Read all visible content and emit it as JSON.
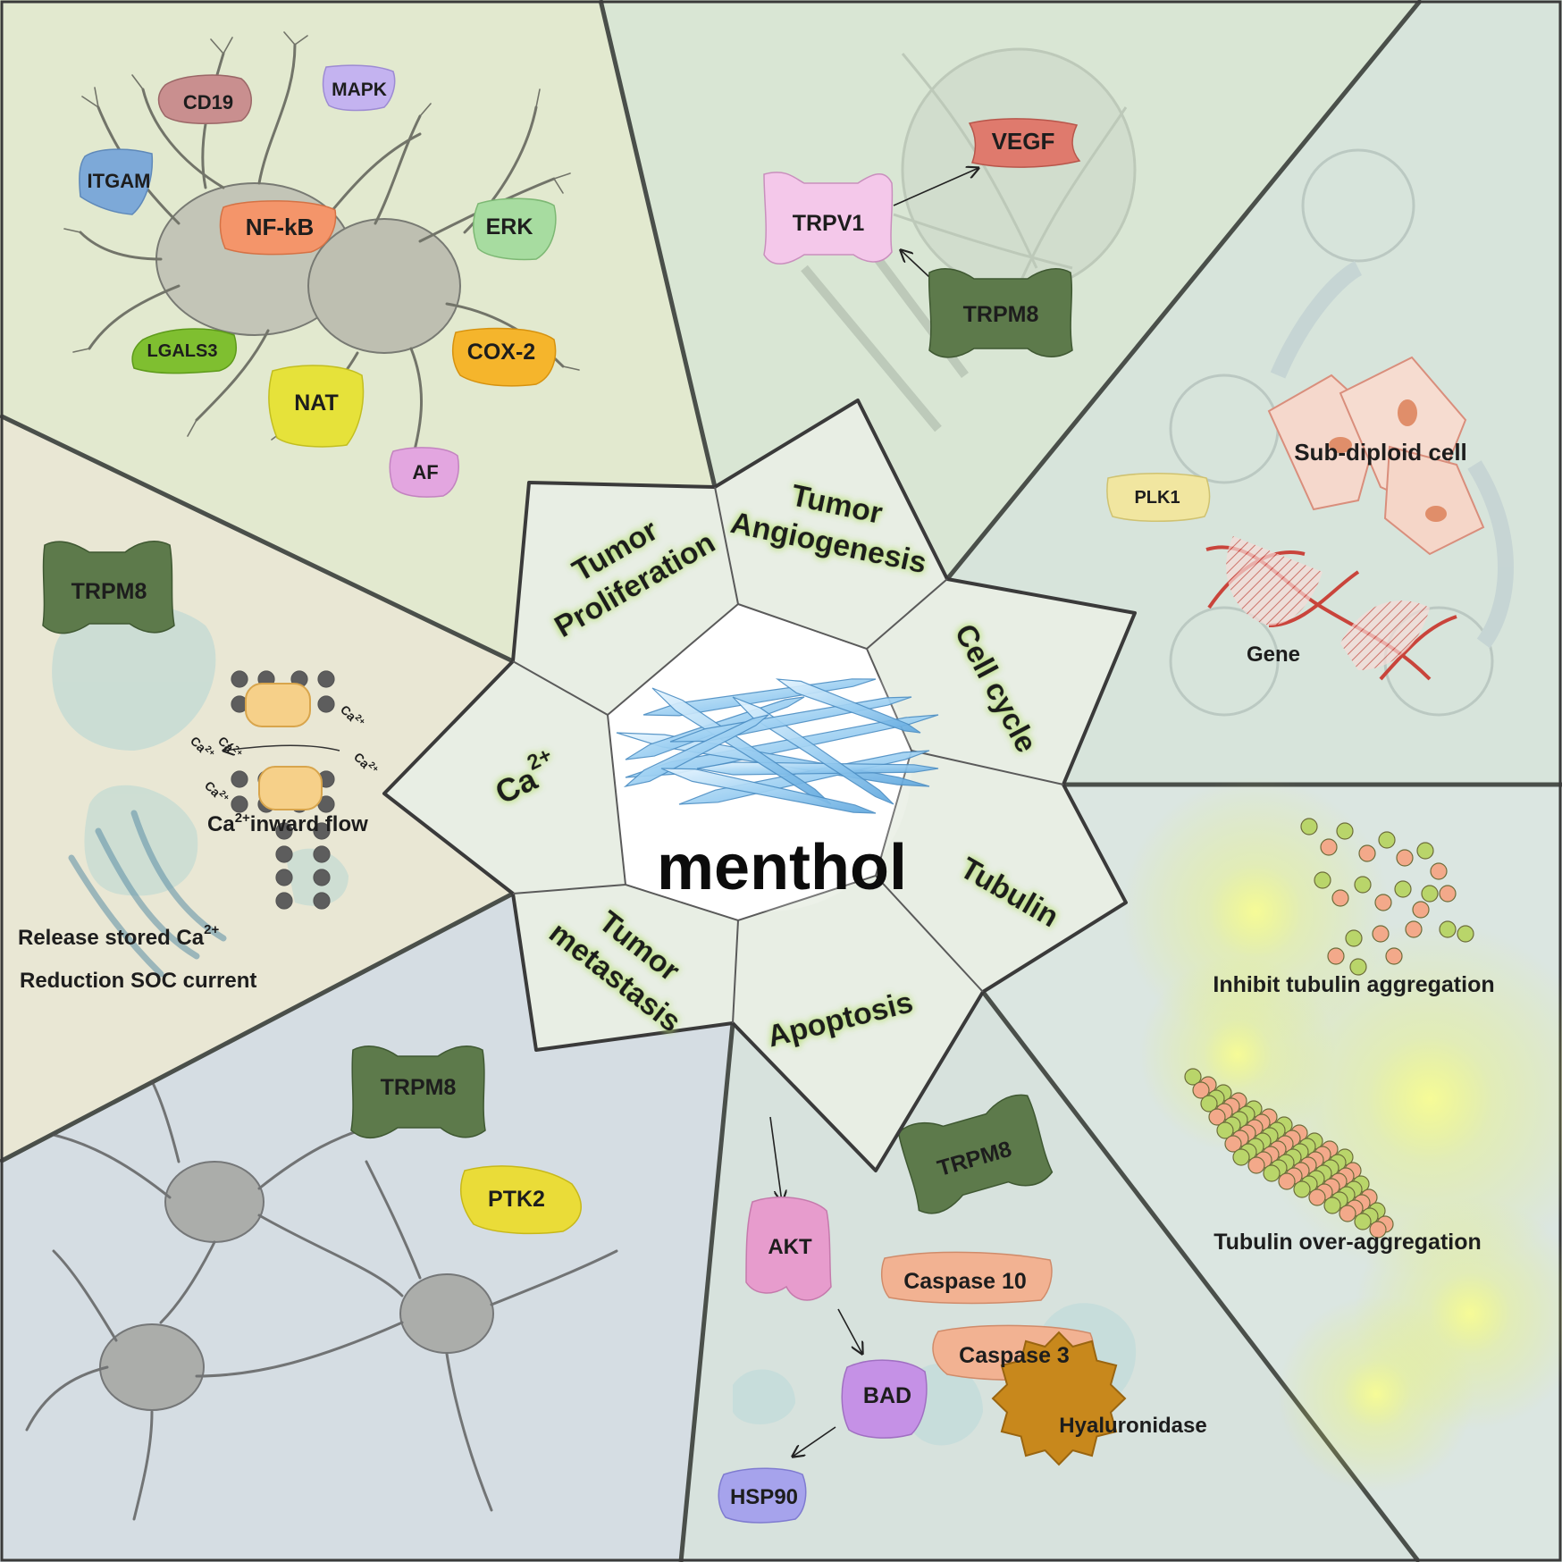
{
  "center": {
    "title": "menthol"
  },
  "petals": {
    "proliferation": [
      "Tumor",
      "Proliferation"
    ],
    "angiogenesis": [
      "Tumor",
      "Angiogenesis"
    ],
    "cell_cycle": "Cell cycle",
    "tubulin": "Tubulin",
    "apoptosis": "Apoptosis",
    "metastasis": [
      "Tumor",
      "metastasis"
    ],
    "calcium": {
      "base": "Ca",
      "sup": "2+"
    }
  },
  "proliferation_sector": {
    "proteins": {
      "cd19": "CD19",
      "mapk": "MAPK",
      "itgam": "ITGAM",
      "nfkb": "NF-kB",
      "erk": "ERK",
      "lgals3": "LGALS3",
      "cox2": "COX-2",
      "nat": "NAT",
      "af": "AF"
    }
  },
  "angiogenesis_sector": {
    "proteins": {
      "vegf": "VEGF",
      "trpv1": "TRPV1",
      "trpm8": "TRPM8"
    }
  },
  "cell_cycle_sector": {
    "labels": {
      "sub_diploid": "Sub-diploid cell",
      "plk1": "PLK1",
      "gene": "Gene"
    }
  },
  "tubulin_sector": {
    "labels": {
      "inhibit": "Inhibit tubulin aggregation",
      "over": "Tubulin over-aggregation"
    }
  },
  "apoptosis_sector": {
    "proteins": {
      "trpm8": "TRPM8",
      "akt": "AKT",
      "caspase10": "Caspase 10",
      "caspase3": "Caspase 3",
      "bad": "BAD",
      "hyaluronidase": "Hyaluronidase",
      "hsp90": "HSP90"
    }
  },
  "metastasis_sector": {
    "proteins": {
      "trpm8": "TRPM8",
      "ptk2": "PTK2"
    }
  },
  "calcium_sector": {
    "trpm8": "TRPM8",
    "ion": {
      "base": "Ca",
      "sup": "2+"
    },
    "inward_flow": {
      "base": "Ca",
      "sup": "2+",
      "rest": "inward flow"
    },
    "release": {
      "text": "Release stored Ca",
      "sup": "2+"
    },
    "reduction": "Reduction SOC current"
  },
  "colors": {
    "border": "#3a3a3a",
    "trpm8": "#5d7a4b",
    "vegf": "#df7a6d",
    "trpv1": "#f4c8ea",
    "nfkb": "#f4956a",
    "cox2": "#f5b52c",
    "nat": "#e6e23a",
    "ptk2": "#eadc38",
    "akt": "#e79ccd",
    "bad": "#c591e6",
    "hsp90": "#a6a3ec",
    "caspase": "#f2b292",
    "hyaluronidase": "#c8881c",
    "dna": "#c9443b"
  }
}
